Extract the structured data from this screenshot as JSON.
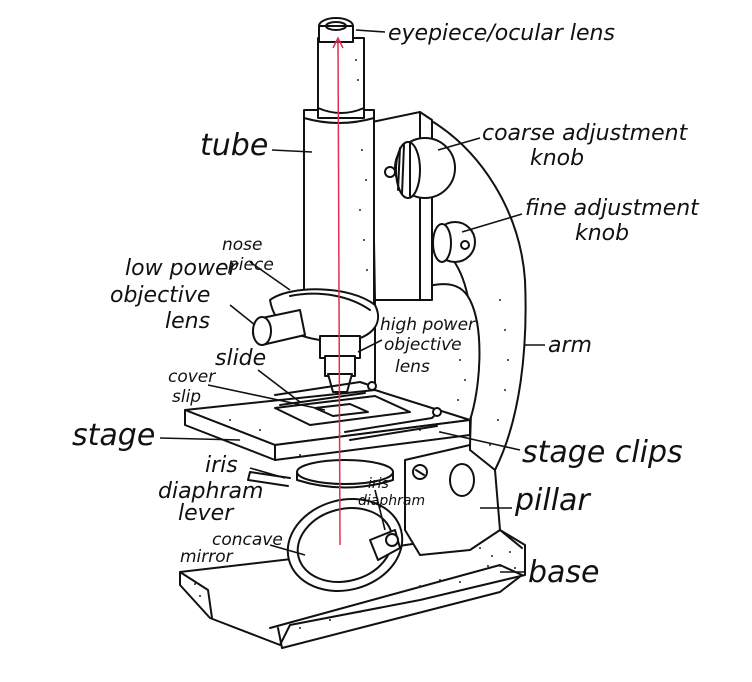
{
  "labels": {
    "eyepiece": "eyepiece/ocular lens",
    "tube": "tube",
    "coarse_1": "coarse adjustment",
    "coarse_2": "knob",
    "fine_1": "fine adjustment",
    "fine_2": "knob",
    "nose_1": "nose",
    "nose_2": "piece",
    "low_1": "low power",
    "low_2": "objective",
    "low_3": "lens",
    "high_1": "high power",
    "high_2": "objective",
    "high_3": "lens",
    "slide": "slide",
    "cover_1": "cover",
    "cover_2": "slip",
    "arm": "arm",
    "stage": "stage",
    "stage_clips": "stage clips",
    "iris_lever_1": "iris",
    "iris_lever_2": "diaphram",
    "iris_lever_3": "lever",
    "iris_d_1": "iris",
    "iris_d_2": "diaphram",
    "pillar": "pillar",
    "mirror_1": "concave",
    "mirror_2": "mirror",
    "base": "base"
  },
  "colors": {
    "ink": "#111111",
    "light_path": "#e03050"
  }
}
